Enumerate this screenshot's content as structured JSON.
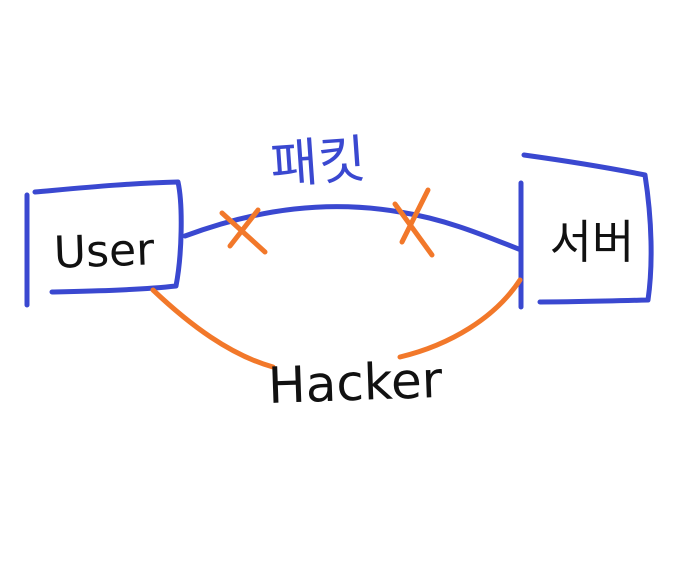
{
  "nodes": {
    "user": {
      "label": "User"
    },
    "server": {
      "label": "서버"
    },
    "hacker": {
      "label": "Hacker"
    }
  },
  "edges": {
    "packet": {
      "label": "패킷"
    }
  },
  "colors": {
    "blue": "#3a48d0",
    "orange": "#f2782a",
    "ink": "#111111"
  }
}
